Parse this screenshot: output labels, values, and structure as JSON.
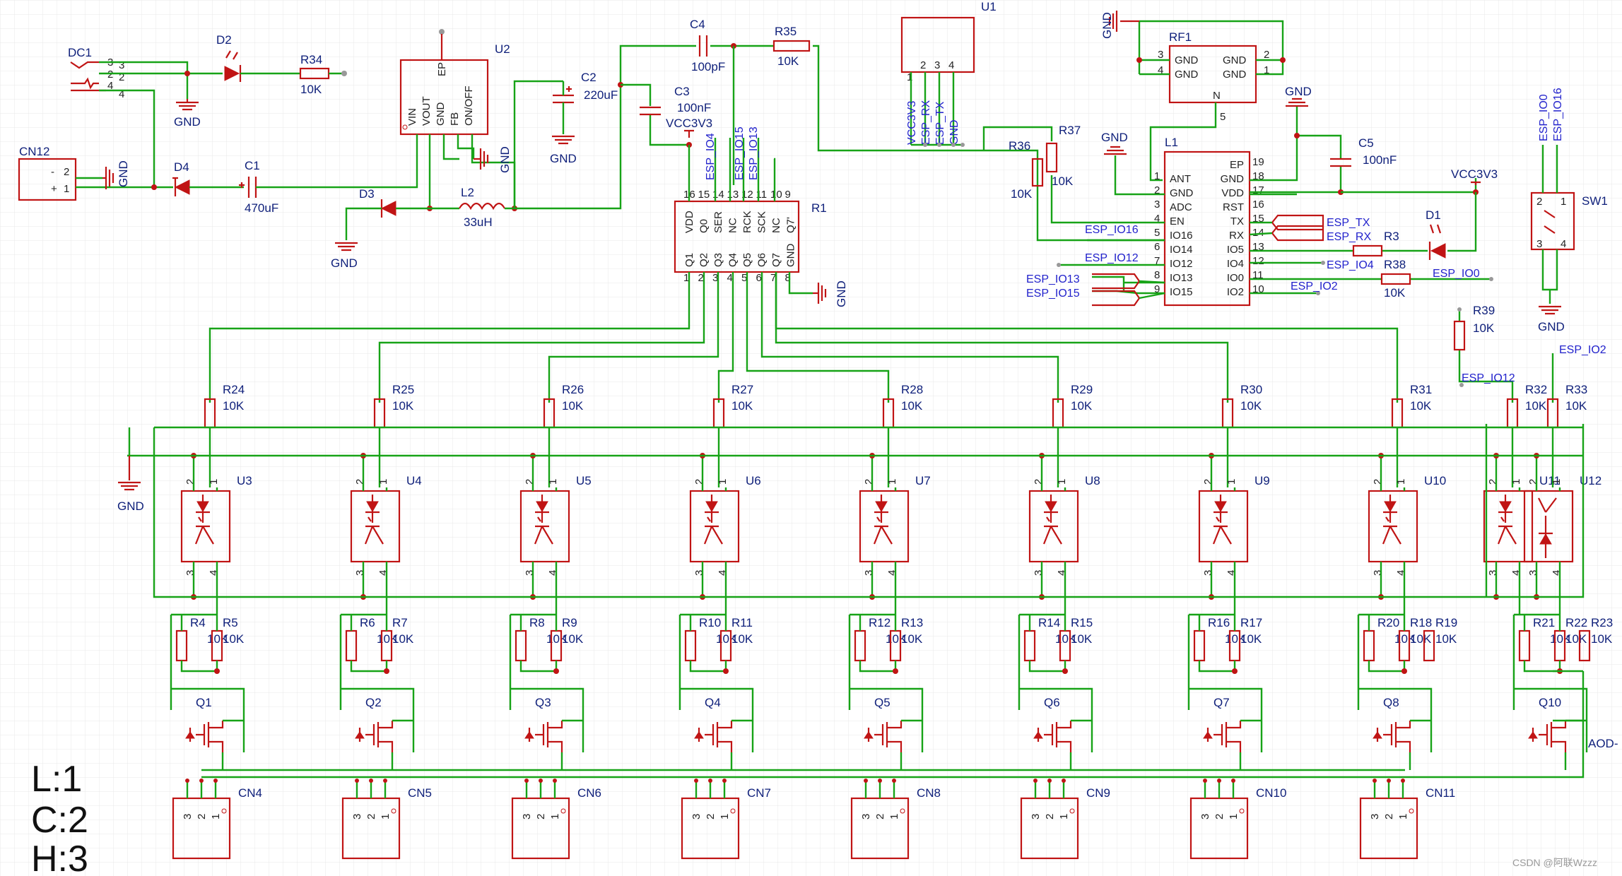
{
  "colors": {
    "wire": "#17a317",
    "part": "#c01414",
    "label": "#0e1f7a",
    "net": "#2222cc",
    "grid": "#e6e6e6"
  },
  "legend": [
    "L:1",
    "C:2",
    "H:3"
  ],
  "watermark": "CSDN @阿联Wzzz",
  "power": {
    "dc1": "DC1",
    "cn12": "CN12",
    "d2": "D2",
    "r34": "R34",
    "r34v": "10K",
    "d4": "D4",
    "c1": "C1",
    "c1v": "470uF",
    "d3": "D3",
    "u2": "U2",
    "l2": "L2",
    "l2v": "33uH",
    "c2": "C2",
    "c2v": "220uF",
    "c4": "C4",
    "c4v": "100pF",
    "r35": "R35",
    "r35v": "10K",
    "c3": "C3",
    "c3v": "100nF",
    "vcc": "VCC3V3",
    "gnd": "GND",
    "u2pins": [
      "VIN",
      "VOUT",
      "GND",
      "FB",
      "ON/OFF",
      "EP"
    ],
    "dcpins": [
      "3",
      "2",
      "4"
    ],
    "dcpins2": [
      "3",
      "2",
      "4"
    ],
    "cn12pins": [
      "-",
      "2",
      "+",
      "1"
    ]
  },
  "uart": {
    "u1": "U1",
    "pins": [
      "VCC3V3",
      "ESP_RX",
      "ESP_TX",
      "GND"
    ]
  },
  "rf": {
    "ref": "RF1",
    "pins": [
      "GND",
      "GND",
      "GND",
      "GND"
    ],
    "pin5": "N",
    "gnd": "GND"
  },
  "esp": {
    "ref": "L1",
    "left": [
      "ANT",
      "GND",
      "ADC",
      "EN",
      "IO16",
      "IO14",
      "IO12",
      "IO13",
      "IO15"
    ],
    "right": [
      "EP",
      "GND",
      "VDD",
      "RST",
      "TX",
      "RX",
      "IO5",
      "IO4",
      "IO0",
      "IO2"
    ],
    "leftnums": [
      "1",
      "2",
      "3",
      "4",
      "5",
      "6",
      "7",
      "8",
      "9"
    ],
    "rightnums": [
      "19",
      "18",
      "17",
      "16",
      "15",
      "14",
      "13",
      "12",
      "11",
      "10"
    ],
    "c5": "C5",
    "c5v": "100nF",
    "r36": "R36",
    "r36v": "10K",
    "r37": "R37",
    "r37v": "10K",
    "d1": "D1",
    "r3": "R3",
    "r38": "R38",
    "r38v": "10K",
    "r39": "R39",
    "r39v": "10K",
    "vcc": "VCC3V3",
    "gnd": "GND",
    "nets": [
      "ESP_IO16",
      "ESP_IO12",
      "ESP_IO13",
      "ESP_IO15",
      "ESP_TX",
      "ESP_RX",
      "ESP_IO4",
      "ESP_IO0",
      "ESP_IO2"
    ]
  },
  "sw": {
    "ref": "SW1",
    "nets": [
      "ESP_IO0",
      "ESP_IO16"
    ],
    "gnd": "GND",
    "pins": [
      "2",
      "1",
      "3",
      "4"
    ]
  },
  "shift": {
    "ref": "R1",
    "top": [
      "VDD",
      "Q0",
      "SER",
      "NC",
      "RCK",
      "SCK",
      "NC",
      "Q7'"
    ],
    "topnums": [
      "16",
      "15",
      "14",
      "13",
      "12",
      "11",
      "10",
      "9"
    ],
    "bottom": [
      "Q1",
      "Q2",
      "Q3",
      "Q4",
      "Q5",
      "Q6",
      "Q7",
      "GND"
    ],
    "bottomnums": [
      "1",
      "2",
      "3",
      "4",
      "5",
      "6",
      "7",
      "8"
    ],
    "vnets": [
      "ESP_IO4",
      "ESP_IO15",
      "ESP_IO13"
    ],
    "gnd": "GND"
  },
  "channels": {
    "rtop": [
      "R24",
      "R25",
      "R26",
      "R27",
      "R28",
      "R29",
      "R30",
      "R31",
      "R32",
      "R33"
    ],
    "rtopv": "10K",
    "opto": [
      "U3",
      "U4",
      "U5",
      "U6",
      "U7",
      "U8",
      "U9",
      "U10",
      "U11",
      "U12"
    ],
    "optopins": [
      "2",
      "1",
      "3",
      "4"
    ],
    "ra": [
      "R4",
      "R6",
      "R8",
      "R10",
      "R12",
      "R14",
      "R16",
      "R20",
      "R21"
    ],
    "rb": [
      "R5",
      "R7",
      "R9",
      "R11",
      "R13",
      "R15",
      "R17",
      "R18",
      "R22"
    ],
    "rc": [
      "",
      "",
      "",
      "",
      "",
      "",
      "",
      "R19",
      "R23"
    ],
    "rv": "10K",
    "q": [
      "Q1",
      "Q2",
      "Q3",
      "Q4",
      "Q5",
      "Q6",
      "Q7",
      "Q8",
      "Q10"
    ],
    "q10sub": "AOD-",
    "cn": [
      "CN4",
      "CN5",
      "CN6",
      "CN7",
      "CN8",
      "CN9",
      "CN10",
      "CN11"
    ],
    "cnpins": [
      "3",
      "2",
      "1"
    ],
    "gnd": "GND",
    "net_io12": "ESP_IO12",
    "net_io2": "ESP_IO2"
  }
}
